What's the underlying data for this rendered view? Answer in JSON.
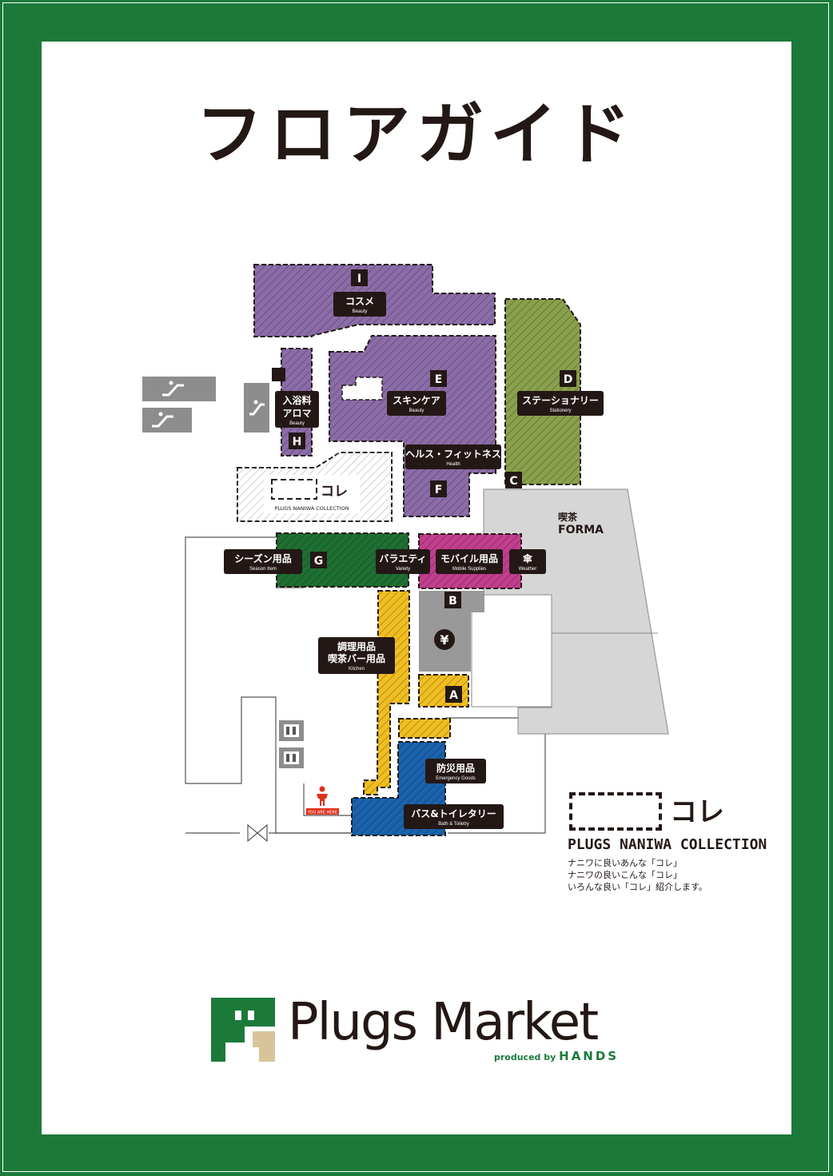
{
  "title": "フロアガイド",
  "colors": {
    "frame": "#1b7a3a",
    "purple": "#8c6ca8",
    "olive": "#8aa04c",
    "green": "#1f6f33",
    "magenta": "#c23e8e",
    "yellow": "#f0be22",
    "blue": "#1a63ad",
    "gray": "#999999",
    "cafe": "#d6d6d6"
  },
  "areas": {
    "A": "A",
    "B": "B",
    "C": "C",
    "D": "D",
    "E": "E",
    "F": "F",
    "G": "G",
    "H": "H",
    "I": "I"
  },
  "zones": {
    "cosme": {
      "jp": "コスメ",
      "en": "Beauty"
    },
    "bath_aroma": {
      "jp1": "入浴料",
      "jp2": "アロマ",
      "en": "Beauty"
    },
    "skincare": {
      "jp": "スキンケア",
      "en": "Beauty"
    },
    "stationery": {
      "jp": "ステーショナリー",
      "en": "Stationery"
    },
    "health": {
      "jp": "ヘルス・フィットネス",
      "en": "Health"
    },
    "season": {
      "jp": "シーズン用品",
      "en": "Season Item"
    },
    "variety": {
      "jp": "バラエティ",
      "en": "Variety"
    },
    "mobile": {
      "jp": "モバイル用品",
      "en": "Mobile Supplies"
    },
    "umbrella": {
      "jp": "傘",
      "en": "Weather"
    },
    "kitchen": {
      "jp1": "調理用品",
      "jp2": "喫茶バー用品",
      "en": "Kitchen"
    },
    "emergency": {
      "jp": "防災用品",
      "en": "Emergency Goods"
    },
    "bath": {
      "jp": "バス&トイレタリー",
      "en": "Bath & Toiletry"
    }
  },
  "cafe": {
    "jp": "喫茶",
    "en": "FORMA"
  },
  "collection_map": {
    "kore": "コレ",
    "name": "PLUGS NANIWA COLLECTION"
  },
  "yen": "¥",
  "you_are_here": "YOU ARE HERE",
  "legend": {
    "kore": "コレ",
    "name": "PLUGS NANIWA COLLECTION",
    "lines": [
      "ナニワに良いあんな「コレ」",
      "ナニワの良いこんな「コレ」",
      "いろんな良い「コレ」紹介します。"
    ]
  },
  "logo": {
    "word": "Plugs Market",
    "produced_by": "produced by",
    "brand": "HANDS"
  },
  "icons": [
    "escalator-icon",
    "elevator-icon",
    "restroom-icon",
    "you-are-here-icon",
    "yen-icon"
  ]
}
